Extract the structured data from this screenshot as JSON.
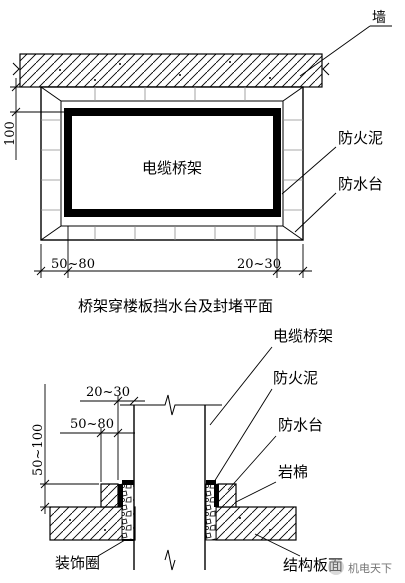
{
  "top_view": {
    "wall_label": "墙",
    "tray_label": "电缆桥架",
    "fireproof_mud_label": "防火泥",
    "water_curb_label": "防水台",
    "dim_vertical": "100",
    "dim_left": "50~80",
    "dim_right": "20~30",
    "caption": "桥架穿楼板挡水台及封堵平面"
  },
  "section_view": {
    "tray_label": "电缆桥架",
    "fireproof_mud_label": "防火泥",
    "water_curb_label": "防水台",
    "rock_wool_label": "岩棉",
    "dim_a": "20~30",
    "dim_b": "50~80",
    "dim_vertical": "50~100",
    "trim_ring_label": "装饰圈",
    "slab_label": "结构板面"
  },
  "watermark": {
    "text": "机电天下"
  }
}
